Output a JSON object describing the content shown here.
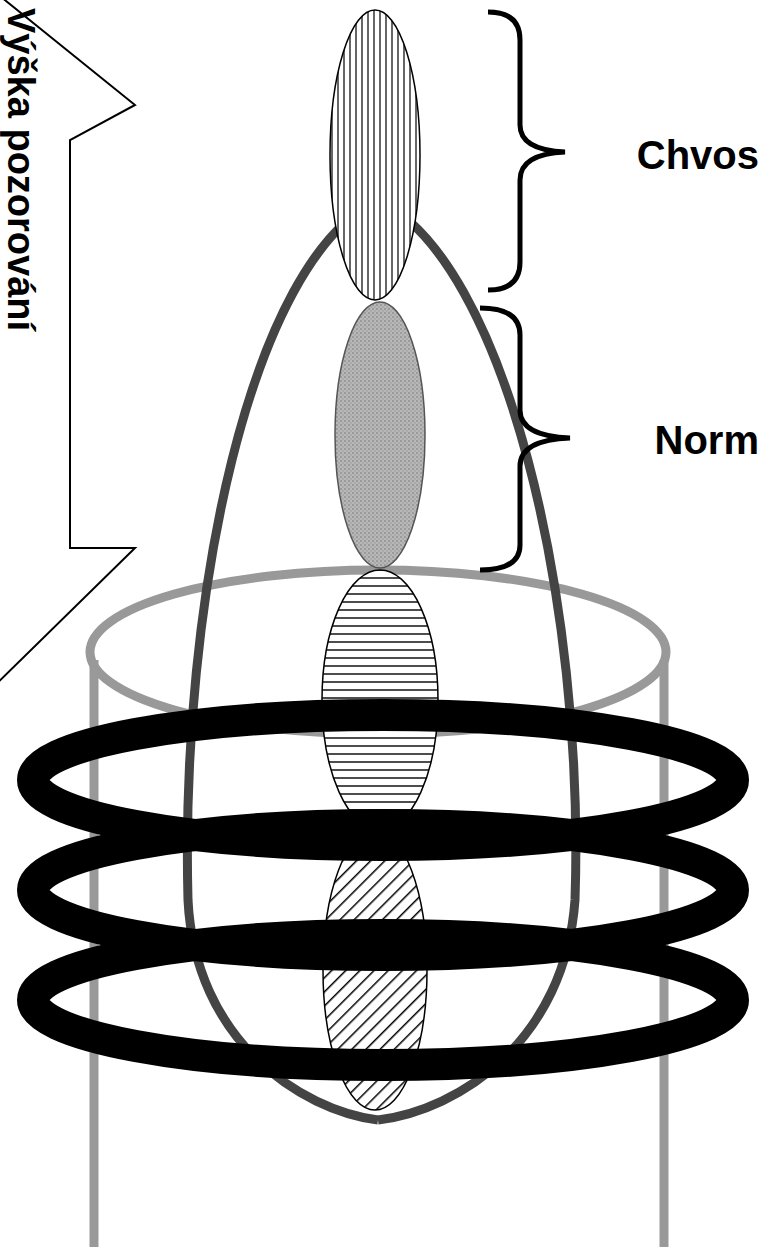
{
  "diagram": {
    "labels": [
      "Výška pozorování",
      "Chvos",
      "Norm"
    ]
  }
}
